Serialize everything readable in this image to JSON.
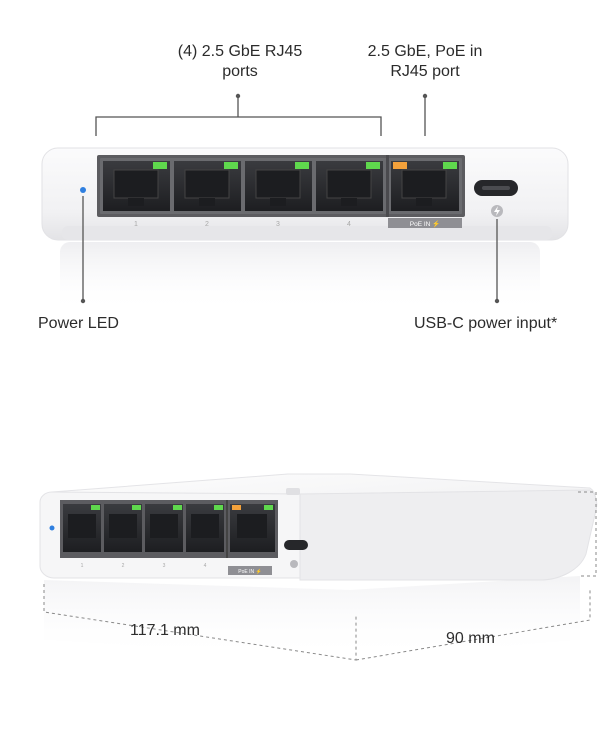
{
  "callouts": {
    "ports": [
      "(4) 2.5 GbE RJ45",
      "ports"
    ],
    "poe_port": [
      "2.5 GbE, PoE in",
      "RJ45 port"
    ],
    "power_led": "Power LED",
    "usbc": "USB-C power input*"
  },
  "front_view": {
    "port_numbers": [
      "1",
      "2",
      "3",
      "4"
    ],
    "poe_tag": "PoE IN ⚡"
  },
  "angled_view": {
    "port_numbers": [
      "1",
      "2",
      "3",
      "4"
    ],
    "poe_tag": "PoE IN ⚡"
  },
  "dimensions": {
    "width": "117.1 mm",
    "depth": "90 mm"
  },
  "colors": {
    "body": "#f4f4f5",
    "port_frame": "#5a5a5e",
    "port_cavity": "#2a2b2e",
    "link_led_green": "#5fd84d",
    "poe_led_orange": "#f3a13b",
    "power_led_blue": "#2f7fe0",
    "leader_line": "#555555"
  }
}
